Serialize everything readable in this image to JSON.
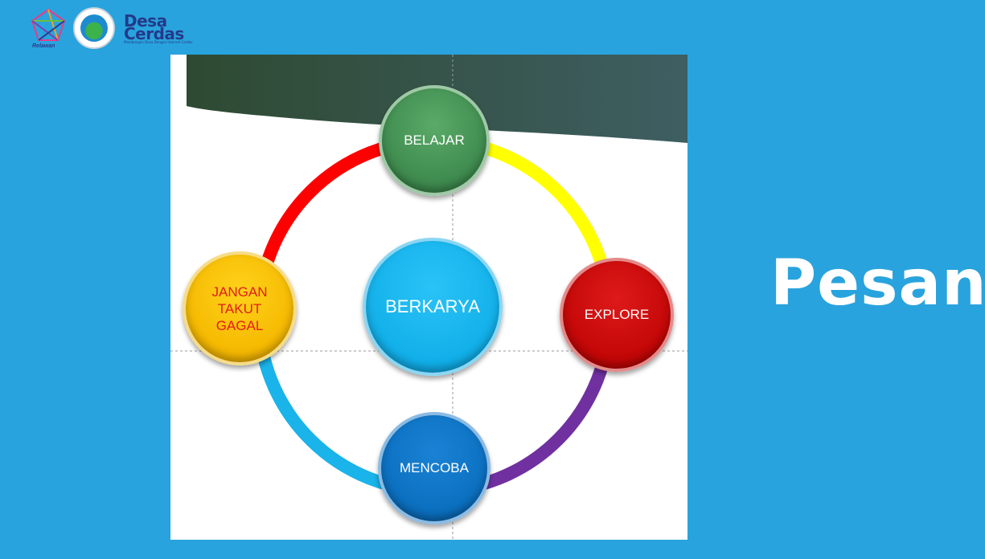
{
  "header": {
    "logos": [
      {
        "name": "Relawan TIK",
        "text": "Relawan"
      },
      {
        "name": "Kementerian seal"
      },
      {
        "name": "Desa Cerdas",
        "line1": "Desa",
        "line2": "Cerdas",
        "tagline": "Membangun Desa Dengan Internet Cerdas"
      }
    ]
  },
  "diagram": {
    "center": "BERKARYA",
    "nodes": {
      "top": "BELAJAR",
      "right": "EXPLORE",
      "bottom": "MENCOBA",
      "left": [
        "JANGAN",
        "TAKUT",
        "GAGAL"
      ]
    },
    "arc_colors": {
      "top_left": "#ff0000",
      "top_right": "#ffff00",
      "bottom_right": "#7030a0",
      "bottom_left": "#1ab3ea"
    }
  },
  "title": "Pesan"
}
